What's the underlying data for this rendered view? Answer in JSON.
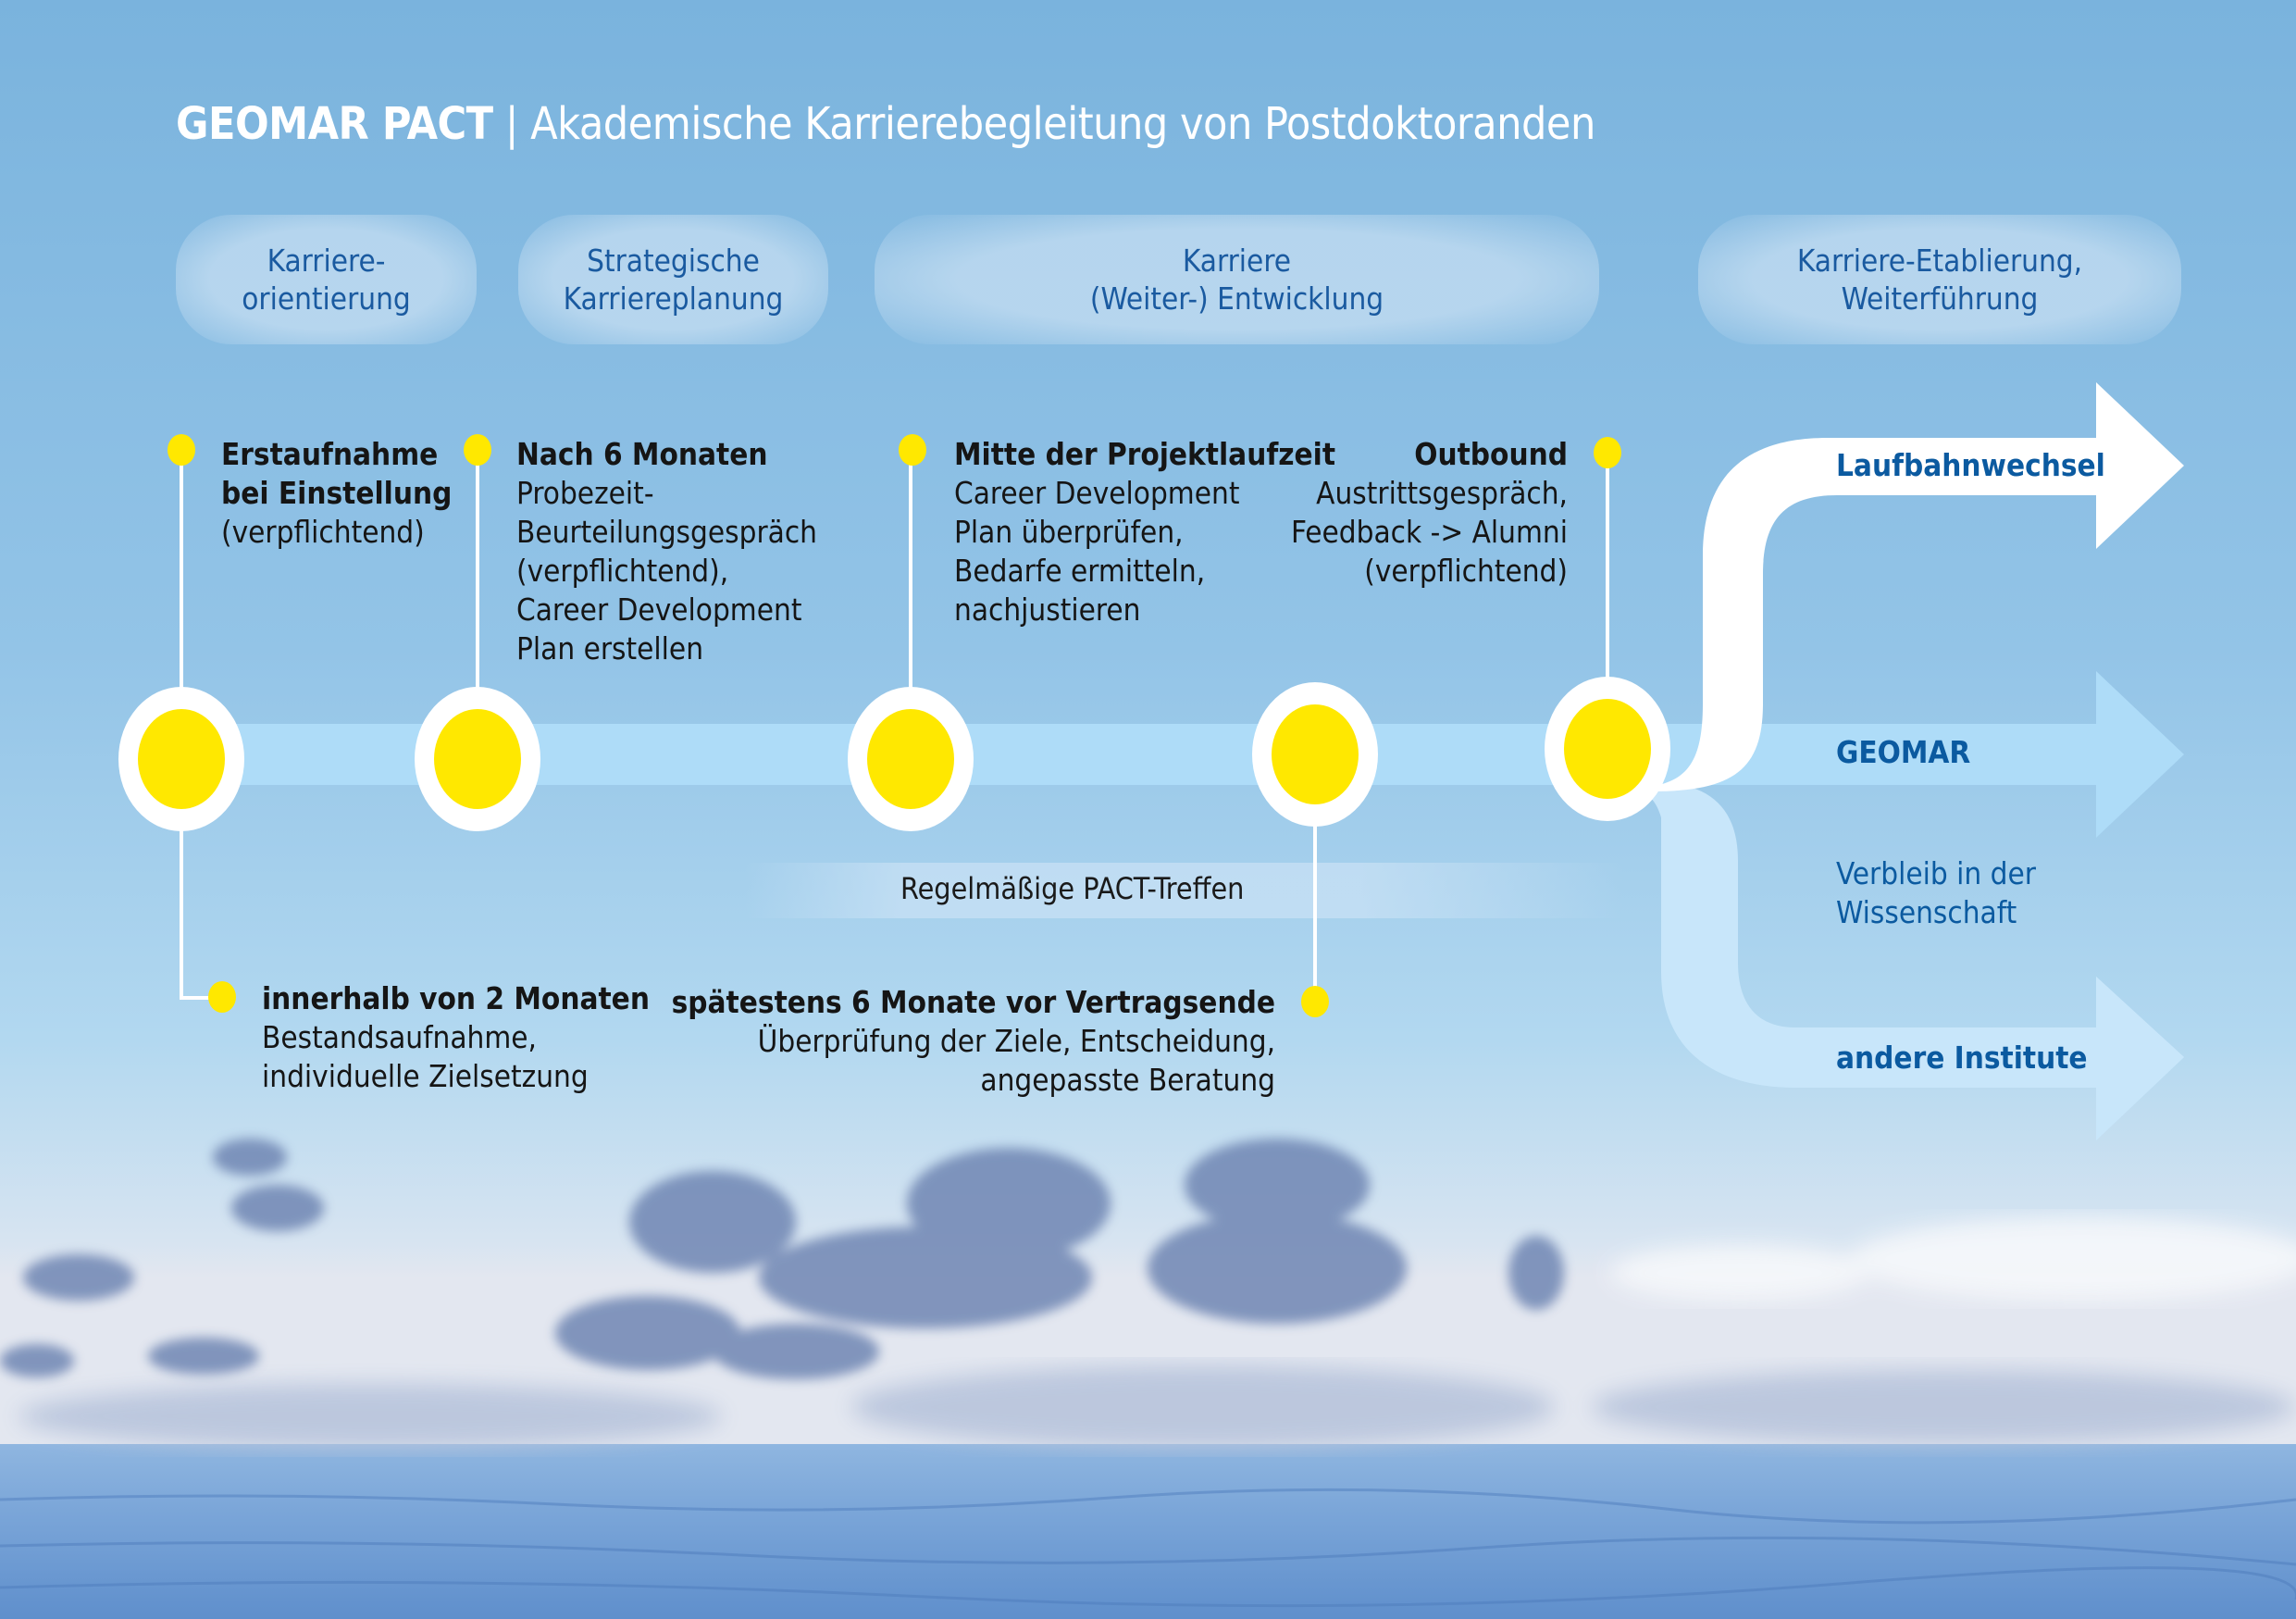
{
  "title": {
    "brand": "GEOMAR PACT",
    "separator": "|",
    "subtitle": "Akademische Karrierebegleitung von Postdoktoranden"
  },
  "phases": [
    {
      "line1": "Karriere-",
      "line2": "orientierung"
    },
    {
      "line1": "Strategische",
      "line2": "Karriereplanung"
    },
    {
      "line1": "Karriere",
      "line2": "(Weiter-) Entwicklung"
    },
    {
      "line1": "Karriere-Etablierung,",
      "line2": "Weiterführung"
    }
  ],
  "milestones_top": [
    {
      "heading": [
        "Erstaufnahme",
        "bei Einstellung"
      ],
      "body": [
        "(verpflichtend)"
      ]
    },
    {
      "heading": [
        "Nach 6 Monaten"
      ],
      "body": [
        "Probezeit-",
        "Beurteilungsgespräch",
        "(verpflichtend),",
        "Career Development",
        "Plan erstellen"
      ]
    },
    {
      "heading": [
        "Mitte der Projektlaufzeit"
      ],
      "body": [
        "Career Development",
        "Plan überprüfen,",
        "Bedarfe ermitteln,",
        "nachjustieren"
      ]
    },
    {
      "heading": [
        "Outbound"
      ],
      "body": [
        "Austrittsgespräch,",
        "Feedback -> Alumni",
        "(verpflichtend)"
      ]
    }
  ],
  "milestones_bottom": [
    {
      "heading": [
        "innerhalb von 2 Monaten"
      ],
      "body": [
        "Bestandsaufnahme,",
        "individuelle Zielsetzung"
      ]
    },
    {
      "heading": [
        "spätestens 6 Monate vor Vertragsende"
      ],
      "body": [
        "Überprüfung der Ziele, Entscheidung,",
        "angepasste Beratung"
      ]
    }
  ],
  "meetings": {
    "label": "Regelmäßige PACT-Treffen"
  },
  "outcomes": {
    "career_change": "Laufbahnwechsel",
    "geomar": "GEOMAR",
    "stay_science": [
      "Verbleib in der",
      "Wissenschaft"
    ],
    "other_institutes": "andere Institute"
  },
  "colors": {
    "sky_top": "#7cb4de",
    "timeline_band": "#aedcf8",
    "dot_yellow": "#ffe800",
    "white": "#ffffff",
    "phase_text": "#1a5aa0",
    "outcome_text": "#0b5aa0",
    "branch_light": "#c8e6fa"
  }
}
